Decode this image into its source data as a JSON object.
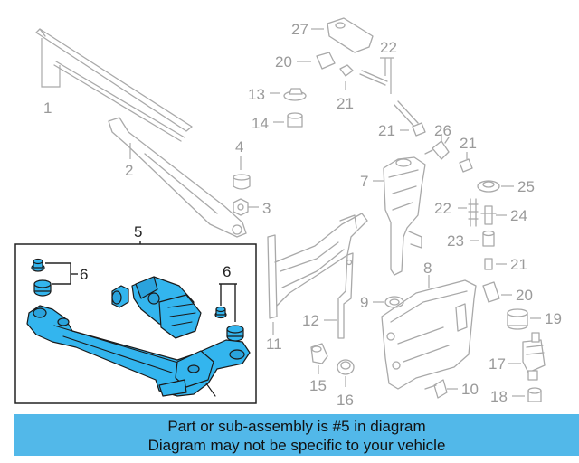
{
  "callouts": {
    "n1": "1",
    "n2": "2",
    "n3": "3",
    "n4": "4",
    "n5": "5",
    "n6a": "6",
    "n6b": "6",
    "n7": "7",
    "n8": "8",
    "n9": "9",
    "n10": "10",
    "n11": "11",
    "n12": "12",
    "n13": "13",
    "n14": "14",
    "n15": "15",
    "n16": "16",
    "n17": "17",
    "n18": "18",
    "n19": "19",
    "n20a": "20",
    "n20b": "20",
    "n21a": "21",
    "n21b": "21",
    "n21c": "21",
    "n21d": "21",
    "n22a": "22",
    "n22b": "22",
    "n23": "23",
    "n24": "24",
    "n25": "25",
    "n26": "26",
    "n27": "27"
  },
  "caption": {
    "line1": "Part or sub-assembly is #5 in diagram",
    "line2": "Diagram may not be specific to your vehicle"
  },
  "colors": {
    "highlight": "#33b5ee",
    "banner": "#52b8e9",
    "ghost": "#a9a9a9"
  }
}
